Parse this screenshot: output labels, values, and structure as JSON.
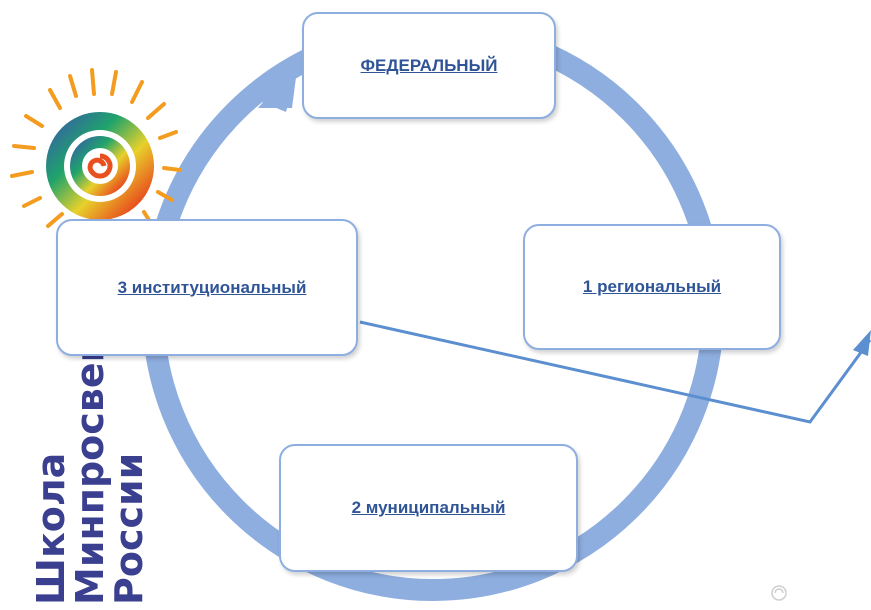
{
  "diagram": {
    "nodes": {
      "federal": {
        "label": "ФЕДЕРАЛЬНЫЙ"
      },
      "regional": {
        "label": "1 региональный"
      },
      "municipal": {
        "label": "2 муниципальный"
      },
      "institutional": {
        "label": "3 институциональный"
      }
    },
    "colors": {
      "cycle_arrow": "#8eaee0",
      "connector_line": "#5b8fcf",
      "box_border": "#8eaee0",
      "link_text": "#2f5597"
    }
  },
  "brand": {
    "line1": "Школа",
    "line2": "Минпросвещения",
    "line3": "России",
    "color": "#3a3f8f",
    "logo_icon": "rainbow-spiral-sun-icon"
  },
  "watermark_icon": "watermark-icon"
}
